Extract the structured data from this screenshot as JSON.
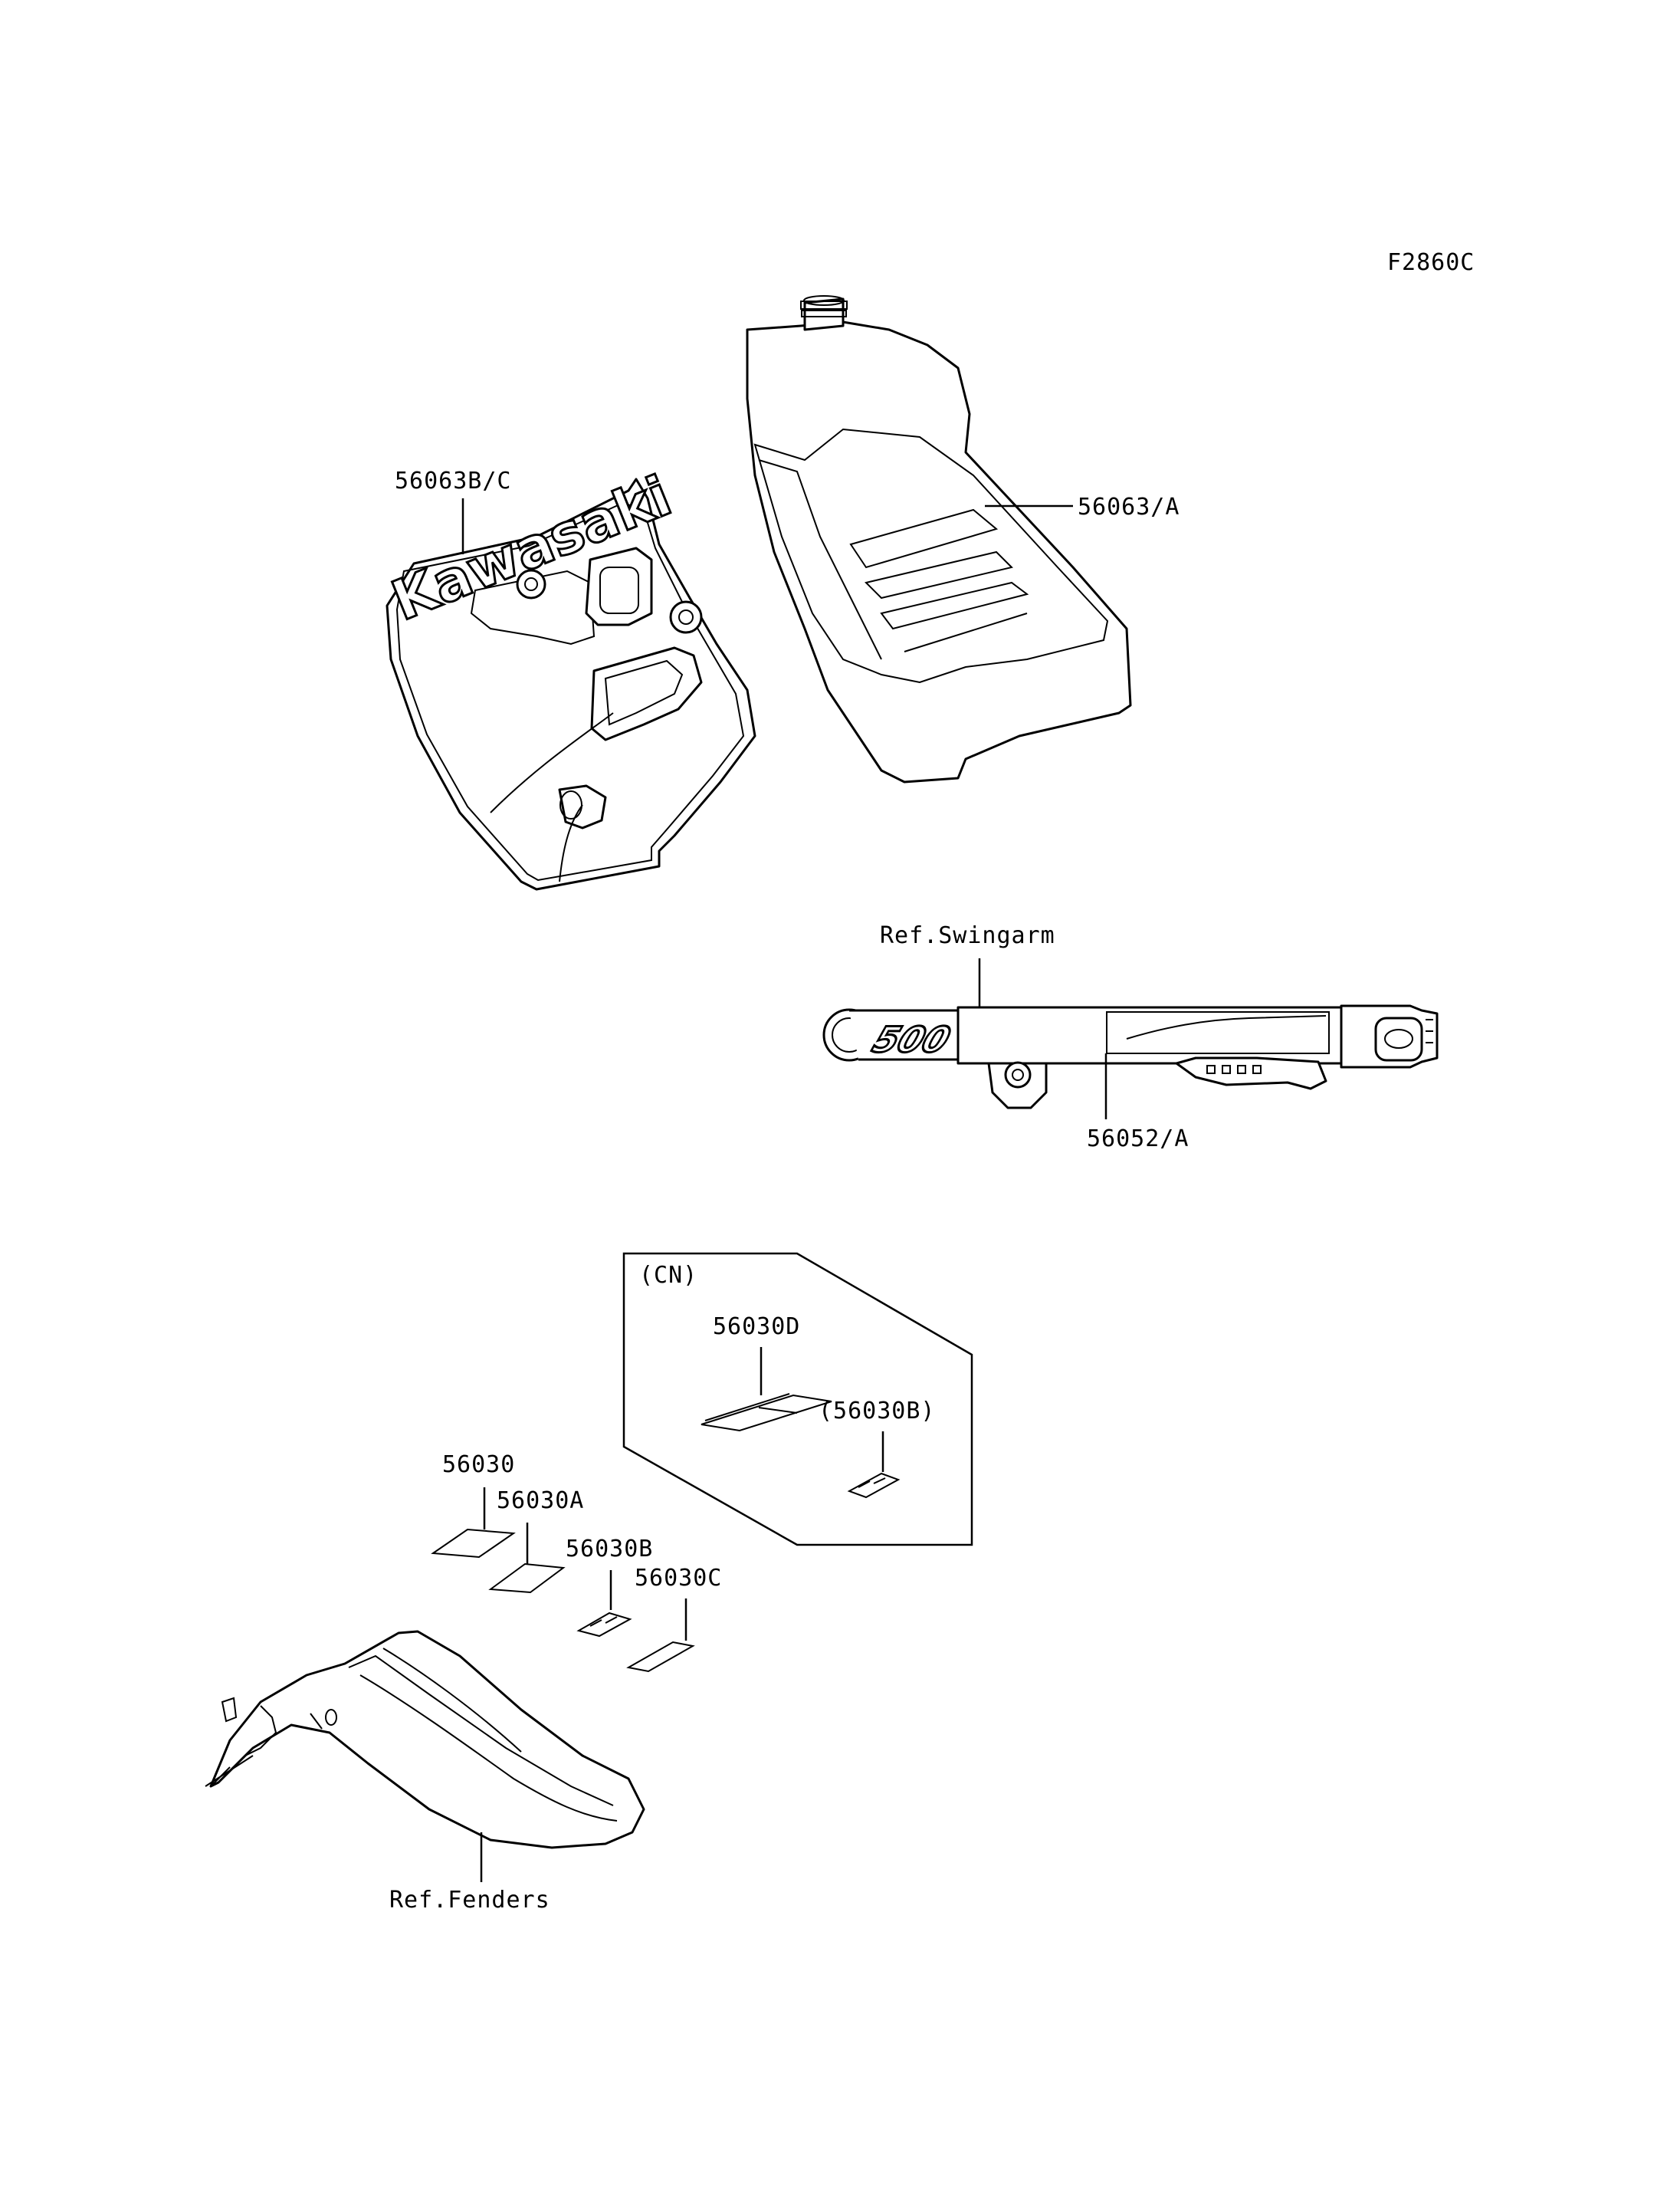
{
  "figure_code": "F2860C",
  "logo_text": "Kawasaki",
  "swingarm_graphic_text": "500",
  "labels": {
    "shroud_decal": "56063B/C",
    "tank_decal": "56063/A",
    "swingarm_ref": "Ref.Swingarm",
    "swingarm_decal": "56052/A",
    "cn_group": "(CN)",
    "cn_label_d": "56030D",
    "cn_label_b": "(56030B)",
    "label_56030": "56030",
    "label_56030a": "56030A",
    "label_56030b": "56030B",
    "label_56030c": "56030C",
    "fenders_ref": "Ref.Fenders"
  },
  "colors": {
    "line": "#000000",
    "background": "#ffffff"
  }
}
